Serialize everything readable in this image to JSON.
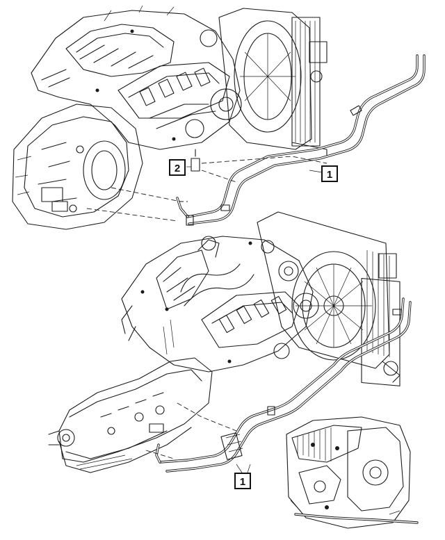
{
  "callouts": {
    "c1_top": "1",
    "c2_top": "2",
    "c1_bottom": "1"
  }
}
